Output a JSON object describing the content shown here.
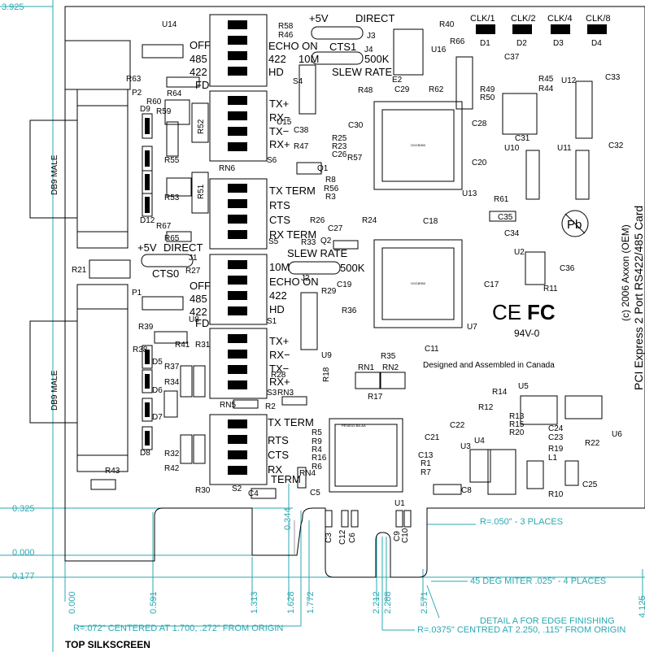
{
  "dimensions": {
    "top": "3.925",
    "y_0325": "0.325",
    "y_0000": "0.000",
    "y_0177": "0.177",
    "x_0000": "0.000",
    "x_0591": "0.591",
    "x_1313": "1.313",
    "x_1628": "1.628",
    "x_1772": "1.772",
    "x_2212": "2.212",
    "x_2288": "2.288",
    "x_2571": "2.571",
    "x_4125": "4.125",
    "x_0344": "0.344",
    "note_r050": "R=.050\" - 3 PLACES",
    "note_miter": "45 DEG MITER .025\" - 4 PLACES",
    "note_detail": "DETAIL A FOR EDGE FINISHING",
    "note_r0375": "R=.0375\" CENTRED AT 2.250, .115\" FROM ORIGIN",
    "note_r072": "R=.072\" CENTERED AT 1.700, .272\" FROM ORIGIN",
    "view_label": "TOP SILKSCREEN"
  },
  "board_text": {
    "title": "PCI Express 2 Port RS422/485 Card",
    "copyright": "(c) 2006 Axxon (OEM)",
    "made_in": "Designed and Assembled in Canada",
    "rating": "94V-0",
    "ce": "CE",
    "fc": "FC",
    "pb": "Pb",
    "db9_top": "DB9 MALE",
    "db9_bottom": "DB9 MALE"
  },
  "switch_labels": {
    "s4_off": "OFF",
    "s4_485": "485",
    "s4_422": "422",
    "s4_fd": "FD",
    "s4_echo": "ECHO ON",
    "s4_10m": "10M",
    "s4_hd": "HD",
    "s4_500k": "500K",
    "top_5v": "+5V",
    "top_direct": "DIRECT",
    "top_cts1": "CTS1",
    "top_slew": "SLEW RATE",
    "s6_txp": "TX+",
    "s6_rxm": "RX−",
    "s6_txm": "TX−",
    "s6_rxp": "RX+",
    "rn6_txterm": "TX TERM",
    "rn6_rts": "RTS",
    "rn6_cts": "CTS",
    "rn6_rxterm": "RX TERM",
    "mid_5v": "+5V",
    "mid_direct": "DIRECT",
    "mid_cts0": "CTS0",
    "mid_slew": "SLEW RATE",
    "s1_off": "OFF",
    "s1_485": "485",
    "s1_422": "422",
    "s1_fd": "FD",
    "s1_10m": "10M",
    "s1_echo": "ECHO ON",
    "s1_hd": "HD",
    "s1_500k": "500K",
    "s3_txp": "TX+",
    "s3_rxm": "RX−",
    "s3_txm": "TX−",
    "s3_rxp": "RX+",
    "s2_txterm": "TX TERM",
    "s2_rts": "RTS",
    "s2_cts": "CTS",
    "s2_rx": "RX",
    "s2_term": "TERM"
  },
  "clk": [
    "CLK/1",
    "CLK/2",
    "CLK/4",
    "CLK/8"
  ],
  "leds": [
    "D1",
    "D2",
    "D3",
    "D4"
  ],
  "refdes": {
    "U14": "U14",
    "R58": "R58",
    "R46": "R46",
    "J3": "J3",
    "J4": "J4",
    "S4": "S4",
    "R40": "R40",
    "R66": "R66",
    "U16": "U16",
    "C37": "C37",
    "E2": "E2",
    "R63": "R63",
    "P2": "P2",
    "R64": "R64",
    "R60": "R60",
    "R59": "R59",
    "D9": "D9",
    "R52": "R52",
    "R48": "R48",
    "C29": "C29",
    "R62": "R62",
    "R49": "R49",
    "R50": "R50",
    "R45": "R45",
    "R44": "R44",
    "U12": "U12",
    "C33": "C33",
    "U15": "U15",
    "C38": "C38",
    "C30": "C30",
    "R47": "R47",
    "R25": "R25",
    "R23": "R23",
    "C26": "C26",
    "C28": "C28",
    "C31": "C31",
    "U10": "U10",
    "U11": "U11",
    "C32": "C32",
    "S6": "S6",
    "R57": "R57",
    "R55": "R55",
    "U1_": "U1",
    "RN6": "RN6",
    "Q1": "Q1",
    "R8": "R8",
    "R56": "R56",
    "R3": "R3",
    "C20": "C20",
    "U13": "U13",
    "R51": "R51",
    "R53": "R53",
    "D12": "D12",
    "R67": "R67",
    "R61": "R61",
    "C35": "C35",
    "R26": "R26",
    "R24": "R24",
    "C27": "C27",
    "C18": "C18",
    "C34": "C34",
    "R65": "R65",
    "S5": "S5",
    "R33": "R33",
    "Q2": "Q2",
    "J1": "J1",
    "R21": "R21",
    "R27": "R27",
    "U2": "U2",
    "C36": "C36",
    "J2": "J2",
    "C19": "C19",
    "R29": "R29",
    "C17": "C17",
    "R11": "R11",
    "P1": "P1",
    "U8": "U8",
    "S1": "S1",
    "R36": "R36",
    "U7": "U7",
    "R39": "R39",
    "R38": "R38",
    "R41": "R41",
    "R31": "R31",
    "C11": "C11",
    "D5": "D5",
    "R37": "R37",
    "U9": "U9",
    "R35": "R35",
    "R34": "R34",
    "R28": "R28",
    "R18": "R18",
    "RN1": "RN1",
    "RN2": "RN2",
    "D6": "D6",
    "S3": "S3",
    "RN3": "RN3",
    "R17": "R17",
    "U5": "U5",
    "R14": "R14",
    "RN5": "RN5",
    "R2": "R2",
    "D7": "D7",
    "R12": "R12",
    "R13": "R13",
    "R15": "R15",
    "R20": "R20",
    "C22": "C22",
    "C24": "C24",
    "U6": "U6",
    "D8": "D8",
    "R5": "R5",
    "R9": "R9",
    "R4": "R4",
    "R16": "R16",
    "R6": "R6",
    "C21": "C21",
    "U4": "U4",
    "C23": "C23",
    "R22": "R22",
    "R32": "R32",
    "R42": "R42",
    "C13": "C13",
    "U3": "U3",
    "R19": "R19",
    "R1": "R1",
    "R7": "R7",
    "L1": "L1",
    "RN4": "RN4",
    "R43": "R43",
    "C25": "C25",
    "C8": "C8",
    "R10": "R10",
    "R30": "R30",
    "S2": "S2",
    "C4": "C4",
    "C5": "C5",
    "U1": "U1",
    "C3": "C3",
    "C12": "C12",
    "C6": "C6",
    "C9": "C9",
    "C10": "C10"
  }
}
